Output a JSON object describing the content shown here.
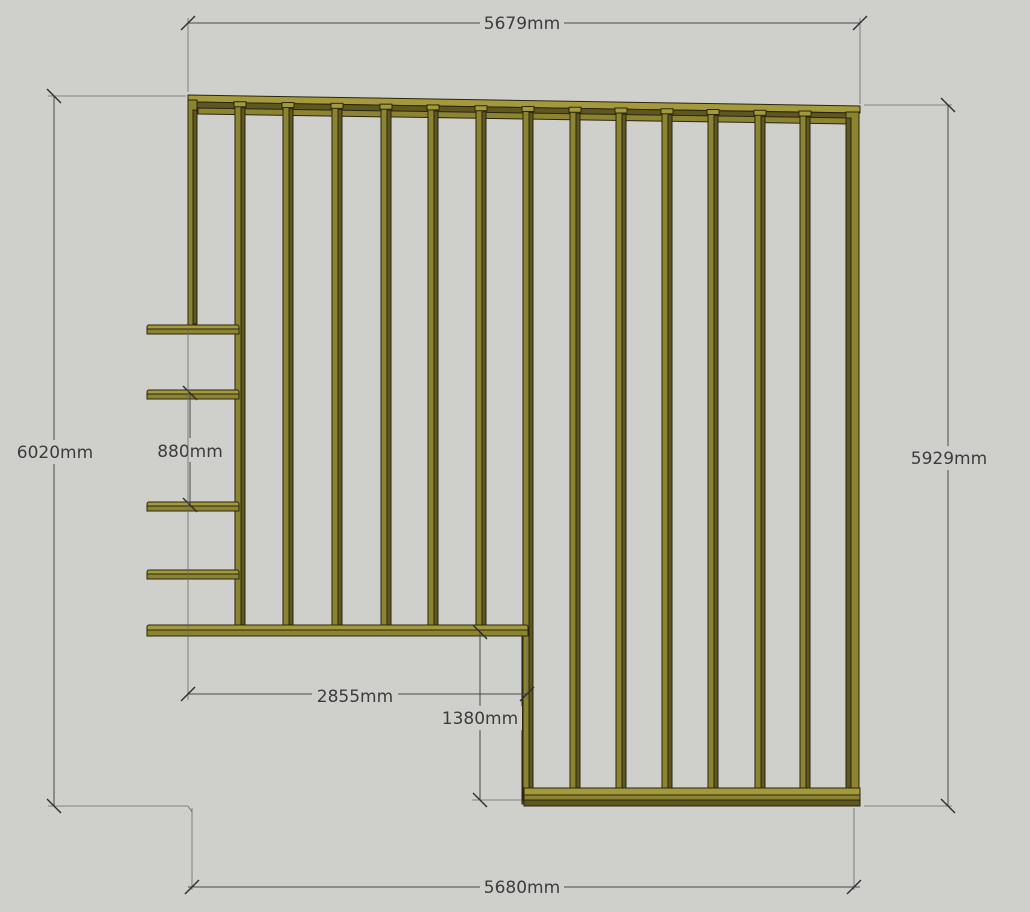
{
  "diagram": {
    "dimensions": {
      "top_width": "5679mm",
      "bottom_width": "5680mm",
      "left_height": "6020mm",
      "right_height": "5929mm",
      "inner_spacing": "880mm",
      "notch_width": "2855mm",
      "notch_depth": "1380mm"
    }
  }
}
